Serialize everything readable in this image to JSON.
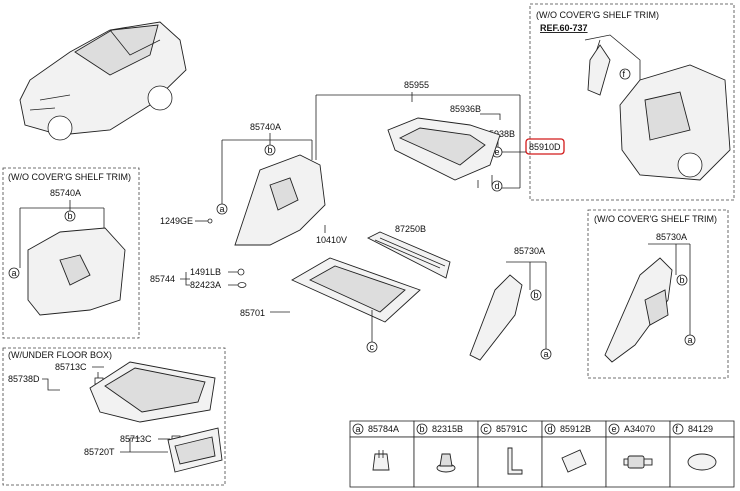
{
  "insets": {
    "wo_cover_left": "(W/O COVER'G SHELF TRIM)",
    "wo_cover_right": "(W/O COVER'G SHELF TRIM)",
    "wo_cover_top": "(W/O COVER'G SHELF TRIM)",
    "under_floor": "(W/UNDER FLOOR BOX)",
    "ref": "REF.60-737"
  },
  "callouts": {
    "p85955": "85955",
    "p85936B": "85936B",
    "p85938B": "85938B",
    "p85910D": "85910D",
    "p85740A": "85740A",
    "p85740A_inset": "85740A",
    "p1249GE": "1249GE",
    "p10410V": "10410V",
    "p87250B": "87250B",
    "p85730A": "85730A",
    "p85730A_inset": "85730A",
    "p85744": "85744",
    "p1491LB": "1491LB",
    "p82423A": "82423A",
    "p85701": "85701",
    "p85713C_a": "85713C",
    "p85738D": "85738D",
    "p85713C_b": "85713C",
    "p85720T": "85720T"
  },
  "legend": [
    {
      "letter": "a",
      "code": "85784A",
      "icon": "clip-icon"
    },
    {
      "letter": "b",
      "code": "82315B",
      "icon": "grommet-icon"
    },
    {
      "letter": "c",
      "code": "85791C",
      "icon": "bracket-icon"
    },
    {
      "letter": "d",
      "code": "85912B",
      "icon": "pad-icon"
    },
    {
      "letter": "e",
      "code": "A34070",
      "icon": "connector-icon"
    },
    {
      "letter": "f",
      "code": "84129",
      "icon": "oval-plug-icon"
    }
  ],
  "letters": {
    "a": "a",
    "b": "b",
    "c": "c",
    "d": "d",
    "e": "e",
    "f": "f"
  },
  "colors": {
    "highlight": "#d21a1a",
    "line": "#222222"
  }
}
